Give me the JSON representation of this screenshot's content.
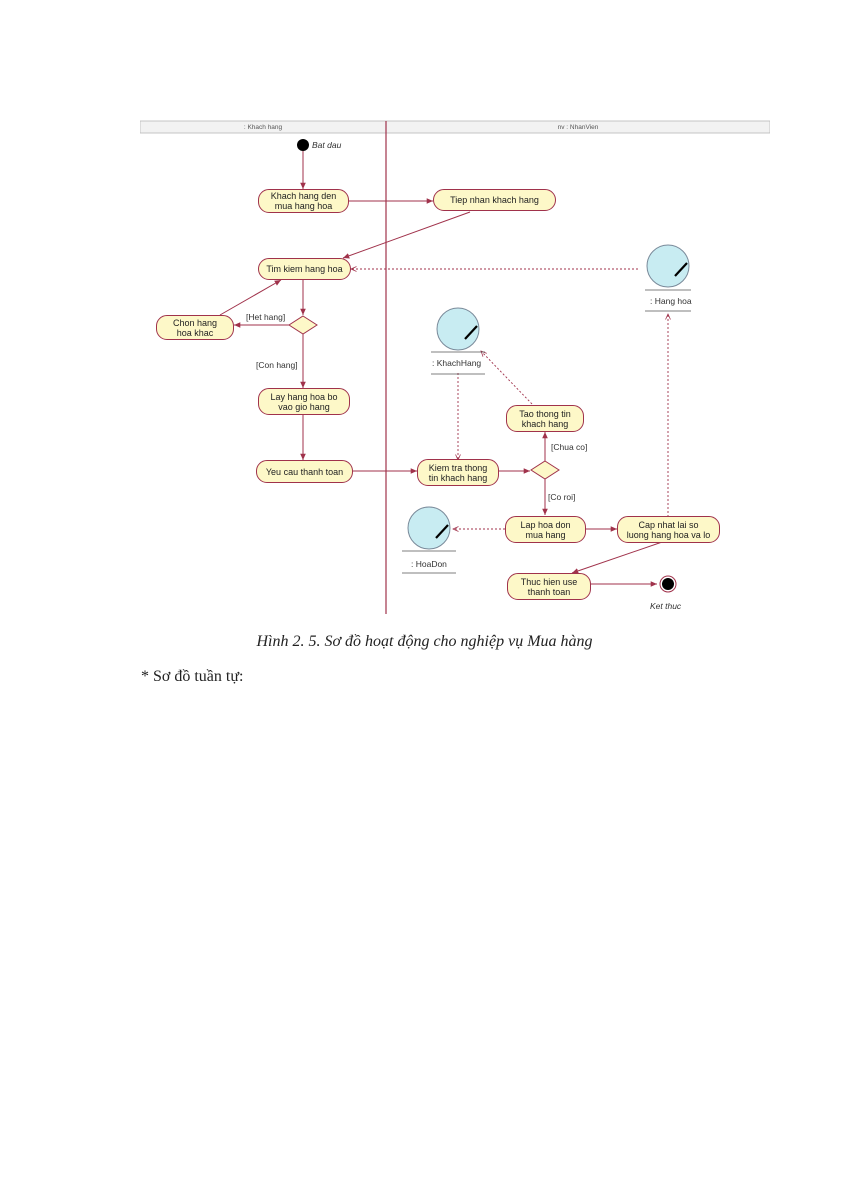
{
  "diagram": {
    "lanes": {
      "left": ": Khach hang",
      "right": "nv : NhanVien"
    },
    "start_label": "Bat dau",
    "end_label": "Ket thuc",
    "actions": {
      "khach_den": "Khach hang den\nmua hang hoa",
      "tiep_nhan": "Tiep nhan khach hang",
      "tim_kiem": "Tim kiem hang hoa",
      "chon_khac": "Chon hang\nhoa khac",
      "lay_hang": "Lay hang hoa bo\nvao gio hang",
      "yeu_cau": "Yeu cau thanh toan",
      "tao_tt": "Tao thong tin\nkhach hang",
      "kiem_tra": "Kiem tra thong\ntin khach hang",
      "lap_hd": "Lap hoa don\nmua hang",
      "cap_nhat": "Cap nhat lai so\nluong hang hoa va lo",
      "thuc_hien": "Thuc hien use\nthanh toan"
    },
    "guards": {
      "het_hang": "[Het hang]",
      "con_hang": "[Con hang]",
      "chua_co": "[Chua co]",
      "co_roi": "[Co roi]"
    },
    "objects": {
      "hang_hoa": ": Hang hoa",
      "khach_hang": ": KhachHang",
      "hoa_don": ": HoaDon"
    },
    "colors": {
      "node_fill": "#fdf8c8",
      "node_border": "#a0324b",
      "edge": "#a0324b",
      "object_fill": "#c8ecf2",
      "object_border": "#7a8a9a"
    }
  },
  "caption": "Hình 2. 5. Sơ đồ hoạt động cho nghiệp vụ Mua hàng",
  "section_heading": "* Sơ đồ tuần tự:"
}
